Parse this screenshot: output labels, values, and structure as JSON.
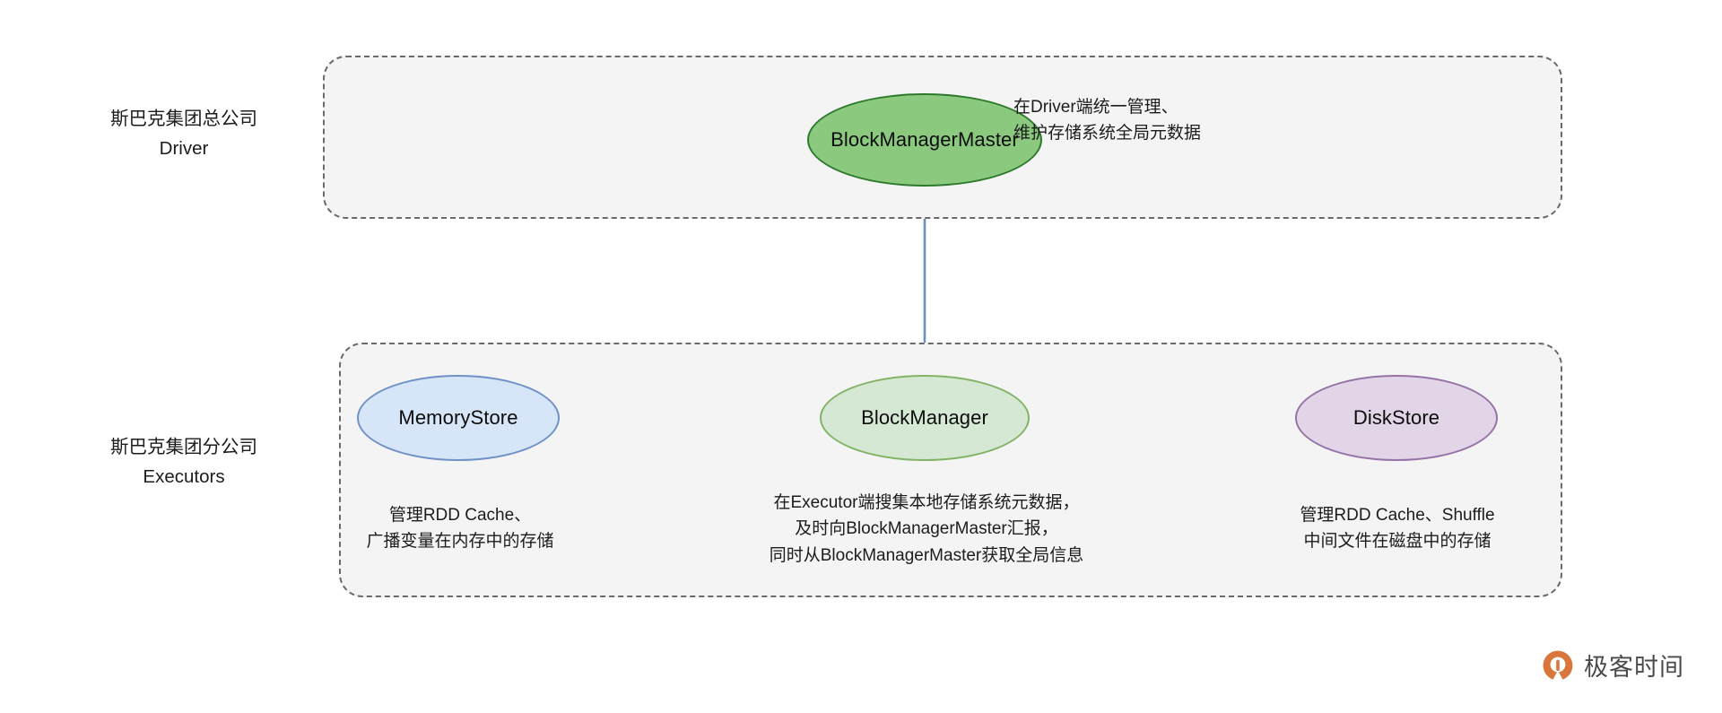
{
  "diagram": {
    "groups": [
      {
        "id": "driver",
        "side_label_cn": "斯巴克集团总公司",
        "side_label_en": "Driver"
      },
      {
        "id": "executor",
        "side_label_cn": "斯巴克集团分公司",
        "side_label_en": "Executors"
      }
    ],
    "nodes": [
      {
        "id": "blockmanagermaster",
        "label": "BlockManagerMaster",
        "fill": "#8BC97F",
        "stroke": "#2d7a2d"
      },
      {
        "id": "memorystore",
        "label": "MemoryStore",
        "fill": "#D6E5F8",
        "stroke": "#7091C6"
      },
      {
        "id": "blockmanager",
        "label": "BlockManager",
        "fill": "#D5E8D4",
        "stroke": "#82B366"
      },
      {
        "id": "diskstore",
        "label": "DiskStore",
        "fill": "#E1D5E7",
        "stroke": "#9673A6"
      }
    ],
    "annotations": {
      "driver": {
        "line1": "在Driver端统一管理、",
        "line2": "维护存储系统全局元数据"
      },
      "memorystore": {
        "line1": "管理RDD Cache、",
        "line2": "广播变量在内存中的存储"
      },
      "blockmanager": {
        "line1": "在Executor端搜集本地存储系统元数据，",
        "line2": "及时向BlockManagerMaster汇报，",
        "line3": "同时从BlockManagerMaster获取全局信息"
      },
      "diskstore": {
        "line1": "管理RDD Cache、Shuffle",
        "line2": "中间文件在磁盘中的存储"
      }
    },
    "connectors": [
      {
        "id": "master-to-blockmanager",
        "direction": "bidirectional",
        "orientation": "vertical",
        "color": "#6C8EBF"
      },
      {
        "id": "memorystore-to-blockmanager",
        "direction": "bidirectional",
        "orientation": "horizontal",
        "color": "#555555"
      },
      {
        "id": "blockmanager-to-diskstore",
        "direction": "bidirectional",
        "orientation": "horizontal",
        "color": "#555555"
      }
    ],
    "watermark": {
      "text": "极客时间",
      "logo_color": "#D9763C"
    }
  }
}
